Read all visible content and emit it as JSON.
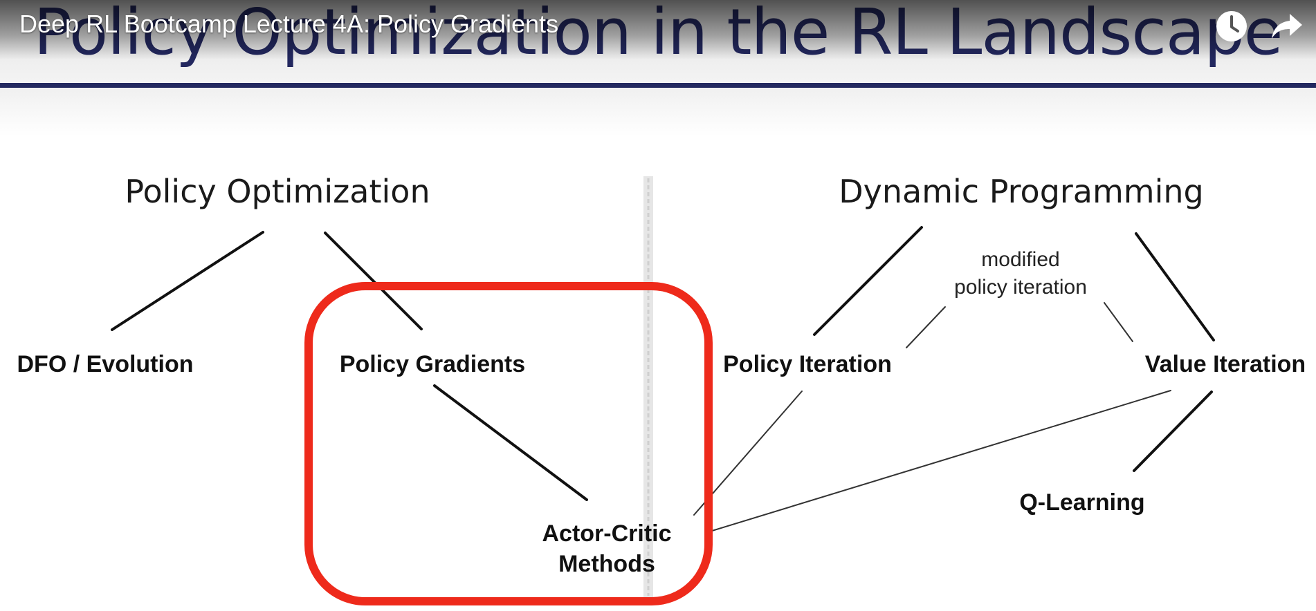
{
  "player": {
    "video_title": "Deep RL Bootcamp Lecture 4A: Policy Gradients",
    "icons": {
      "watch_later": "clock-icon",
      "share": "share-arrow-icon"
    }
  },
  "slide": {
    "title": "Policy Optimization in the RL Landscape",
    "colors": {
      "title": "#23285f",
      "highlight_box": "#ee2a1b",
      "divider": "#d8d8d8"
    }
  },
  "diagram": {
    "categories": {
      "policy_optimization": "Policy Optimization",
      "dynamic_programming": "Dynamic Programming"
    },
    "methods": {
      "dfo_evolution": "DFO / Evolution",
      "policy_gradients": "Policy Gradients",
      "actor_critic_line1": "Actor-Critic",
      "actor_critic_line2": "Methods",
      "policy_iteration": "Policy Iteration",
      "value_iteration": "Value Iteration",
      "q_learning": "Q-Learning"
    },
    "annotations": {
      "modified_line1": "modified",
      "modified_line2": "policy iteration"
    },
    "highlighted": [
      "Policy Gradients",
      "Actor-Critic Methods"
    ]
  }
}
